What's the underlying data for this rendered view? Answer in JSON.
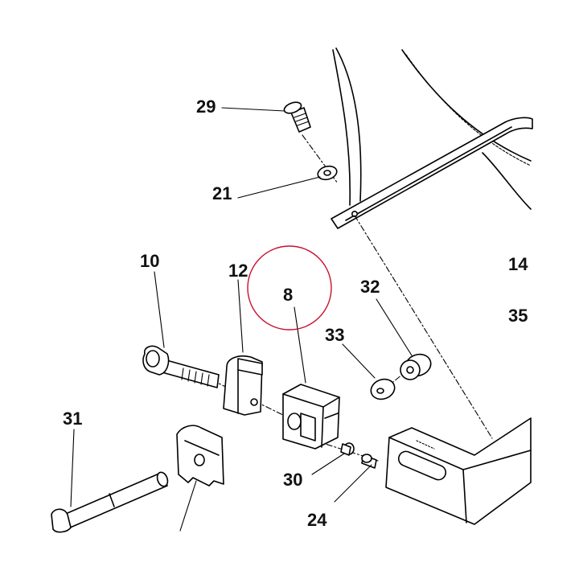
{
  "callouts": {
    "c29": "29",
    "c21": "21",
    "c10": "10",
    "c12": "12",
    "c8": "8",
    "c32": "32",
    "c33": "33",
    "c14": "14",
    "c35": "35",
    "c31": "31",
    "c30": "30",
    "c24": "24"
  },
  "highlight_color": "#c8102e"
}
